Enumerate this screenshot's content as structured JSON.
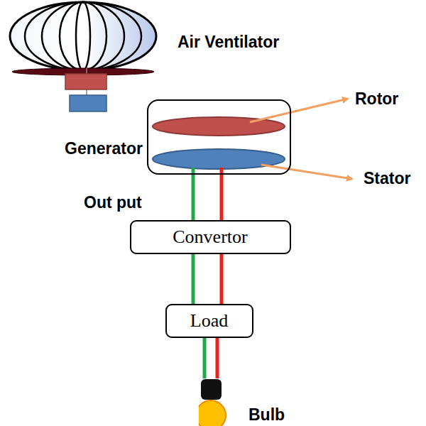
{
  "diagram": {
    "nodes": [
      {
        "text": [
          "Generator"
        ]
      },
      {
        "text": [
          "Convertor"
        ]
      },
      {
        "text": [
          "Load"
        ]
      },
      {
        "text": [
          "Bulb"
        ]
      }
    ],
    "edges": [
      {
        "from": 0,
        "to": 1,
        "arrow": "none"
      },
      {
        "from": 0,
        "to": 1,
        "arrow": "none"
      },
      {
        "from": 1,
        "to": 2,
        "arrow": "none"
      },
      {
        "from": 1,
        "to": 2,
        "arrow": "none"
      },
      {
        "from": 2,
        "to": 3,
        "arrow": "none"
      },
      {
        "from": 2,
        "to": 3,
        "arrow": "none"
      }
    ],
    "labels": [
      "Air Ventilator",
      "Rotor",
      "Stator",
      "Out put"
    ]
  }
}
